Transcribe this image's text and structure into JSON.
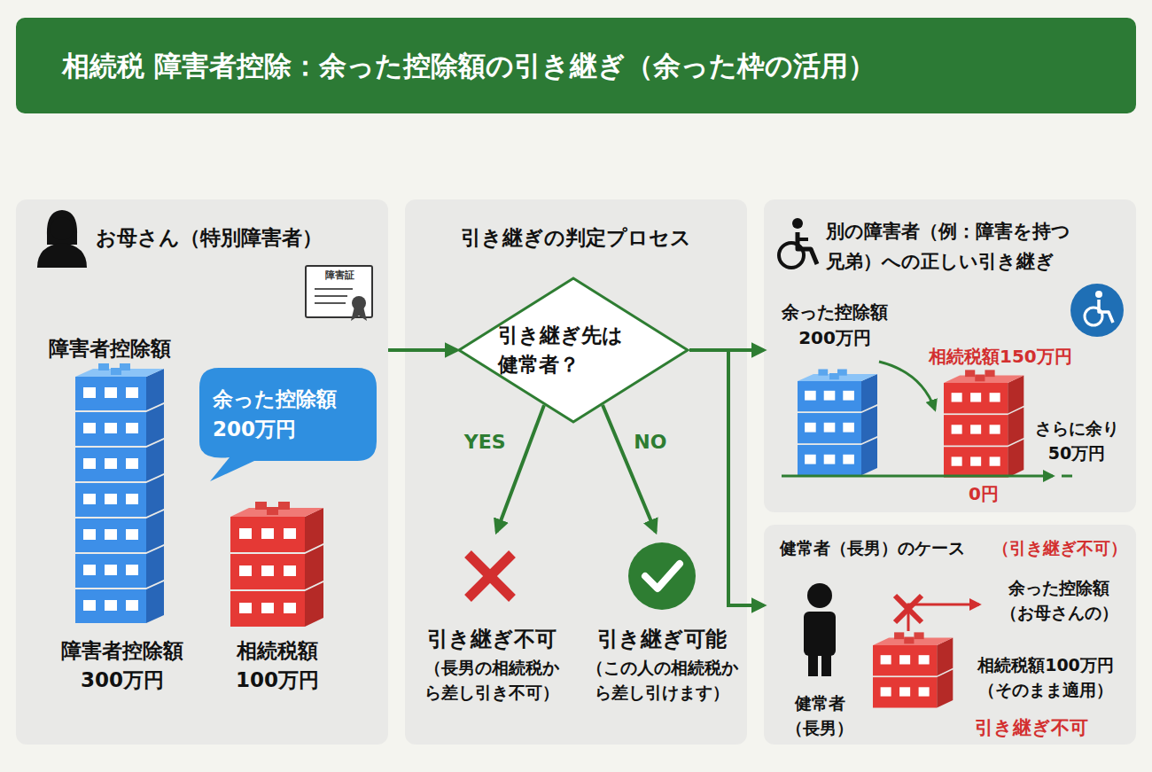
{
  "diagram": {
    "title": "相続税 障害者控除：余った控除額の引き継ぎ（余った枠の活用）",
    "nodes": [
      {
        "text": [
          "お母さん（特別障害者）"
        ]
      },
      {
        "text": [
          "余った控除額 200万円"
        ],
        "in": 0
      },
      {
        "text": [
          "引き継ぎの判定プロセス"
        ]
      },
      {
        "text": [
          "引き継ぎ先は 健常者？"
        ],
        "in": 2
      },
      {
        "text": [
          "引き継ぎ不可",
          "（長男の相続税から差し引き不可）"
        ],
        "in": 2
      },
      {
        "text": [
          "引き継ぎ可能",
          "（この人の相続税から差し引けます）"
        ],
        "in": 2
      },
      {
        "text": [
          "別の障害者（例：障害を持つ兄弟）への正しい引き継ぎ"
        ]
      },
      {
        "text": [
          "健常者（長男）のケース",
          "（引き継ぎ不可）"
        ]
      }
    ],
    "edges": [
      {
        "from": 0,
        "to": 3,
        "arrow": "to"
      },
      {
        "from": 3,
        "to": 6,
        "arrow": "to"
      },
      {
        "from": 3,
        "to": 7,
        "arrow": "to"
      },
      {
        "from": 3,
        "to": 4,
        "label": "YES",
        "arrow": "to"
      },
      {
        "from": 3,
        "to": 5,
        "label": "NO",
        "arrow": "to"
      }
    ],
    "labels": [
      "障害証",
      "障害者控除額",
      "障害者控除額 300万円",
      "相続税額 100万円",
      "余った控除額 200万円",
      "相続税額150万円",
      "さらに余り 50万円",
      "0円",
      "健常者 （長男）",
      "余った控除額 （お母さんの）",
      "相続税額100万円 （そのまま適用）",
      "引き継ぎ不可"
    ]
  }
}
